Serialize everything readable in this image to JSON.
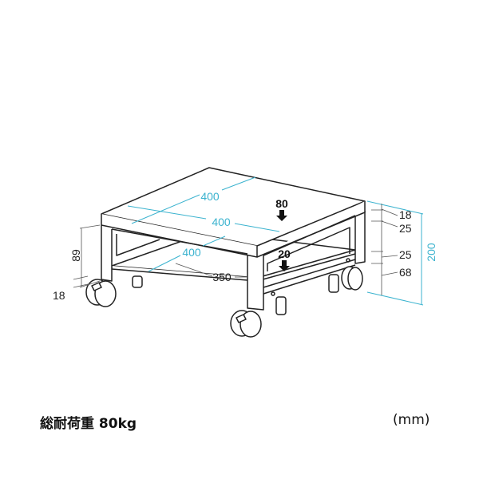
{
  "dimensions": {
    "top_depth": "400",
    "top_width": "400",
    "shelf_depth": "400",
    "shelf_width": "350",
    "top_load": "80",
    "shelf_load": "20",
    "top_thickness": "18",
    "apron_height": "25",
    "shelf_apron": "25",
    "shelf_clearance": "68",
    "total_height": "200",
    "inner_height": "89",
    "caster_offset": "18"
  },
  "caption": {
    "load_capacity": "総耐荷重 80kg",
    "unit": "(mm)"
  },
  "colors": {
    "dimension_line": "#3bb3cf",
    "line": "#222222"
  }
}
